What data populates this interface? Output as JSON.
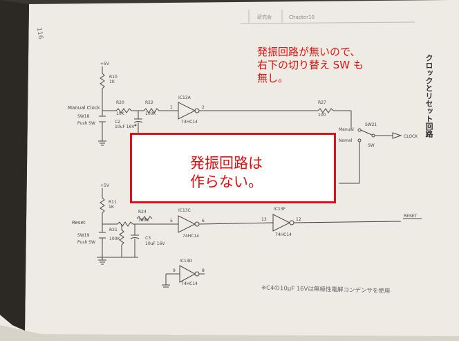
{
  "page": {
    "page_number": "116",
    "header_tab": "Chapter10",
    "header_tab_left": "研究会"
  },
  "annotation_top": {
    "lines": [
      "発振回路が無いので、",
      "右下の切り替え SW も",
      "無し。"
    ]
  },
  "callout": {
    "lines": [
      "発振回路は",
      "作らない。"
    ]
  },
  "side_title": "クロックとリセット回路",
  "footnote": "※C4の10μF 16Vは無極性電解コンデンサを使用",
  "schematic": {
    "manual_clock_label": "Manual Clock",
    "reset_label": "Reset",
    "sw18_label": "SW18",
    "sw19_label": "SW19",
    "push_sw": "Push SW",
    "r10": "R10",
    "r10_val": "1K",
    "r11": "R11",
    "r11_val": "1K",
    "r20": "R20",
    "r20_val": "10K",
    "r21": "R21",
    "r21_val": "100K",
    "r22": "R22",
    "r22_val": "100K",
    "r24": "R24",
    "r24_val": "100K",
    "r27": "R27",
    "r27_val": "100",
    "c2": "C2",
    "c2_val": "10uF 16V",
    "c3": "C3",
    "c3_val": "10uF 16V",
    "ic13a": "IC13A",
    "ic13c": "IC13C",
    "ic13f": "IC13F",
    "ic13d": "IC13D",
    "ic_part": "74HC14",
    "sw21": "SW21",
    "manual": "Manual",
    "normal": "Nomal",
    "sw": "SW",
    "clock": "CLOCK",
    "reset_out": "RESET",
    "vcc": "+5V",
    "pin1": "1",
    "pin2": "2",
    "pin5": "5",
    "pin6": "6",
    "pin13": "13",
    "pin12": "12",
    "pin9": "9",
    "pin8": "8"
  },
  "colors": {
    "annotation": "#e0100e",
    "callout_border": "#e0101a",
    "page": "#eeebe4",
    "ink": "#333333"
  }
}
